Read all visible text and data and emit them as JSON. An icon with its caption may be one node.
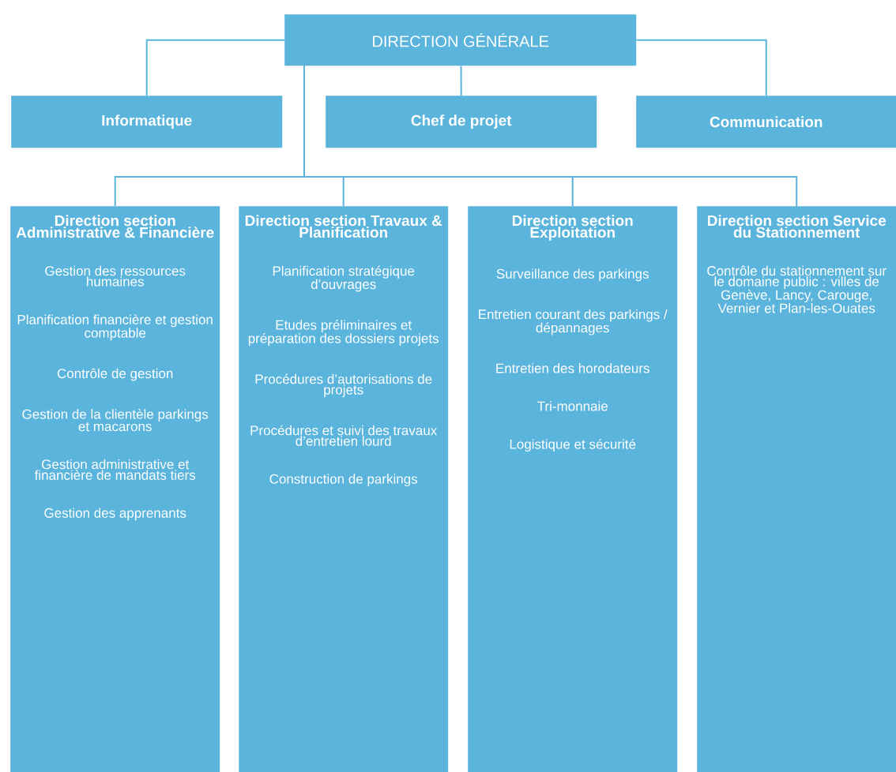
{
  "diagram": {
    "nodes": [
      {
        "text": [
          "DIRECTION GÉNÉRALE"
        ]
      },
      {
        "text": [
          "Informatique"
        ]
      },
      {
        "text": [
          "Chef de projet"
        ]
      },
      {
        "text": [
          "Communication"
        ]
      },
      {
        "text": [
          "Direction section Administrative & Financière",
          "Gestion des ressources humaines",
          "Planification financière et gestion comptable",
          "Contrôle de gestion",
          "Gestion de la clientèle parkings et macarons",
          "Gestion administrative et financière de mandats tiers",
          "Gestion des apprenants"
        ]
      },
      {
        "text": [
          "Direction section Travaux & Planification",
          "Planification stratégique d’ouvrages",
          "Etudes préliminaires et préparation des dossiers projets",
          "Procédures d’autorisations de projets",
          "Procédures et suivi des travaux d’entretien lourd",
          "Construction de parkings"
        ]
      },
      {
        "text": [
          "Direction section Exploitation",
          "Surveillance des parkings",
          "Entretien courant des parkings / dépannages",
          "Entretien des horodateurs",
          "Tri-monnaie",
          "Logistique et sécurité"
        ]
      },
      {
        "text": [
          "Direction section Service du Stationnement",
          "Contrôle du stationnement sur le domaine public : villes de Genève, Lancy, Carouge, Vernier et Plan-les-Ouates"
        ]
      }
    ],
    "edges": [
      {
        "from": 0,
        "to": 1,
        "arrow": "none"
      },
      {
        "from": 0,
        "to": 2,
        "arrow": "none"
      },
      {
        "from": 0,
        "to": 3,
        "arrow": "none"
      },
      {
        "from": 0,
        "to": 4,
        "arrow": "none"
      },
      {
        "from": 0,
        "to": 5,
        "arrow": "none"
      },
      {
        "from": 0,
        "to": 6,
        "arrow": "none"
      },
      {
        "from": 0,
        "to": 7,
        "arrow": "none"
      }
    ]
  }
}
